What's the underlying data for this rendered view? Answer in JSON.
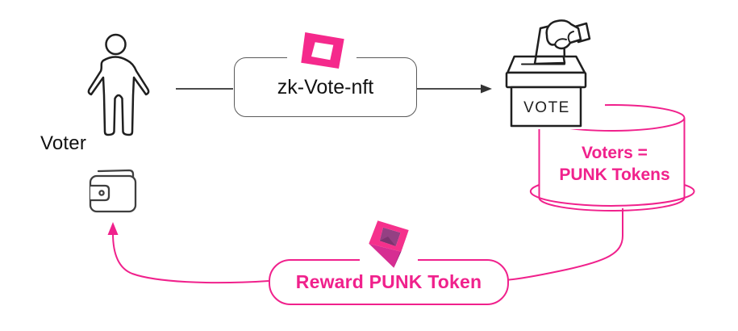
{
  "title": "zk vote reward flow diagram",
  "colors": {
    "pink": "#F0218C",
    "icon-pink": "#F5298C",
    "gem-top": "#F5318C",
    "gem-inner": "#944083",
    "gem-inner-dark": "#7C346F",
    "gem-facet-left": "#D62E92",
    "gem-facet-right": "#9C2C80",
    "stroke-dark": "#1f1f1f",
    "box-border": "#5a5a5a",
    "wallet-stroke": "#3f3f3f"
  },
  "nodes": {
    "voter": {
      "label": "Voter",
      "icon": "person-icon"
    },
    "zk_box": {
      "label": "zk-Vote-nft",
      "icon": "nft-token-icon"
    },
    "ballot_box": {
      "label": "VOTE",
      "icon": "ballot-box-hand-icon"
    },
    "token_store": {
      "label_line1": "Voters =",
      "label_line2": "PUNK Tokens",
      "shape": "cylinder"
    },
    "reward": {
      "label": "Reward PUNK Token",
      "icon": "gem-token-icon"
    },
    "wallet": {
      "icon": "wallet-icon"
    }
  },
  "edges": [
    {
      "from": "voter",
      "to": "zk_box",
      "style": "black-line"
    },
    {
      "from": "zk_box",
      "to": "ballot_box",
      "style": "black-arrow"
    },
    {
      "from": "ballot_box",
      "to": "token_store",
      "style": "pink-implicit"
    },
    {
      "from": "token_store",
      "to": "reward",
      "style": "pink-curve"
    },
    {
      "from": "reward",
      "to": "wallet",
      "style": "pink-curve-arrow"
    }
  ]
}
